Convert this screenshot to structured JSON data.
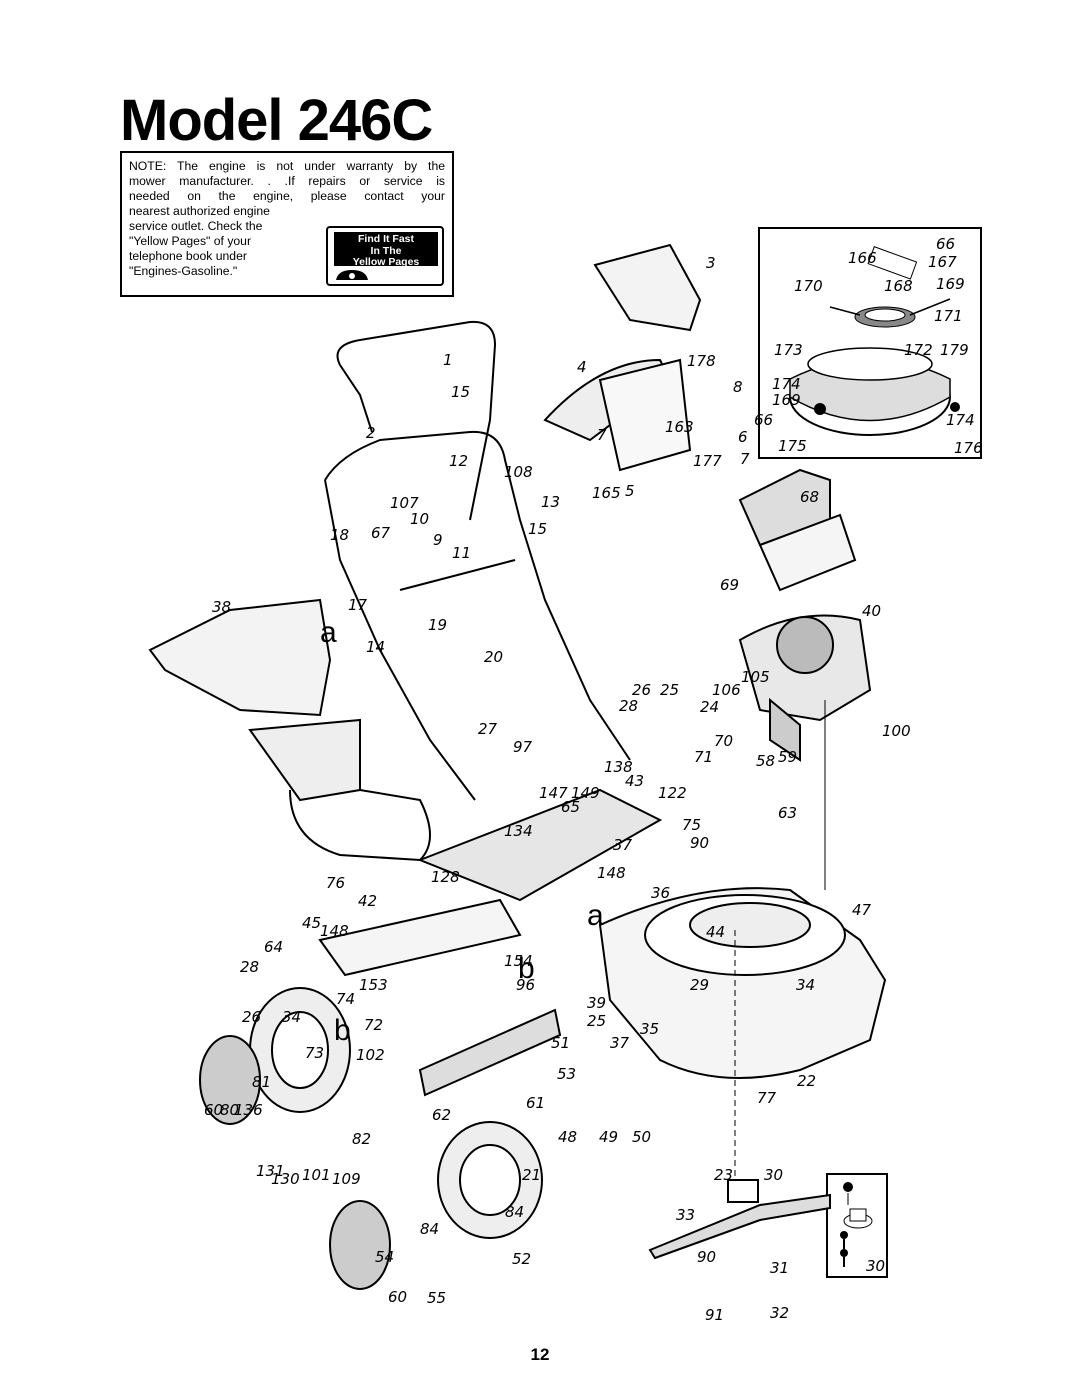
{
  "page": {
    "title": "Model 246C",
    "page_number": "12"
  },
  "note": {
    "line1": "NOTE: The engine is not under warranty by the",
    "line2": "mower manufacturer. . .If repairs or service is",
    "line3": "needed on the engine, please contact your",
    "line4": "nearest authorized engine",
    "line5": "service outlet. Check the",
    "line6": "\"Yellow Pages\" of your",
    "line7": "telephone book under",
    "line8": "\"Engines-Gasoline.\"",
    "badge_line1": "Find It Fast",
    "badge_line2": "In The",
    "badge_line3": "Yellow Pages"
  },
  "callouts": {
    "letters": [
      "a",
      "a",
      "b",
      "b"
    ],
    "main": [
      "1",
      "2",
      "3",
      "4",
      "5",
      "7",
      "7",
      "8",
      "6",
      "9",
      "10",
      "11",
      "12",
      "13",
      "14",
      "15",
      "15",
      "17",
      "18",
      "19",
      "20",
      "21",
      "22",
      "23",
      "24",
      "25",
      "25",
      "26",
      "26",
      "27",
      "28",
      "28",
      "29",
      "30",
      "31",
      "32",
      "33",
      "34",
      "34",
      "35",
      "36",
      "37",
      "37",
      "38",
      "39",
      "40",
      "42",
      "43",
      "44",
      "45",
      "47",
      "48",
      "49",
      "50",
      "51",
      "52",
      "53",
      "54",
      "55",
      "58",
      "59",
      "60",
      "60",
      "61",
      "62",
      "63",
      "64",
      "65",
      "66",
      "67",
      "68",
      "69",
      "70",
      "71",
      "72",
      "73",
      "74",
      "75",
      "76",
      "77",
      "80",
      "81",
      "82",
      "84",
      "84",
      "90",
      "90",
      "91",
      "96",
      "97",
      "100",
      "101",
      "102",
      "105",
      "106",
      "107",
      "108",
      "109",
      "122",
      "128",
      "130",
      "131",
      "134",
      "136",
      "138",
      "147",
      "148",
      "148",
      "149",
      "153",
      "154",
      "163",
      "165",
      "177",
      "178"
    ],
    "inset": [
      "66",
      "166",
      "167",
      "168",
      "169",
      "170",
      "171",
      "172",
      "173",
      "174",
      "169",
      "174",
      "175",
      "176",
      "179"
    ],
    "blade_inset": [
      "30"
    ]
  }
}
